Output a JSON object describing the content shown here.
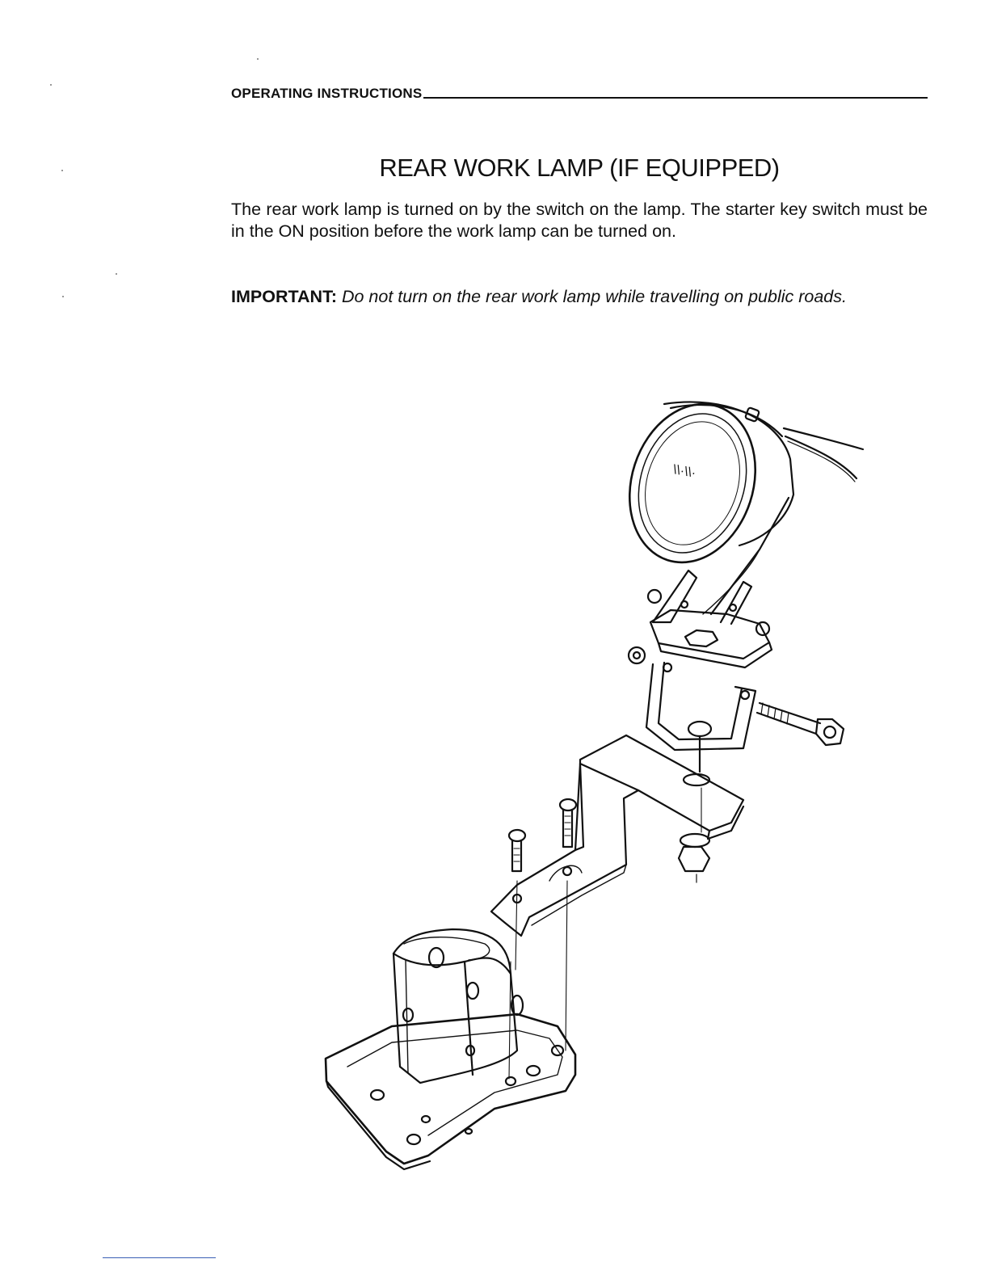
{
  "header": {
    "section": "OPERATING INSTRUCTIONS"
  },
  "title": "REAR WORK LAMP (IF EQUIPPED)",
  "body": {
    "paragraph": "The rear work lamp is turned on by the switch on the lamp. The starter key switch must be in the ON position before the work lamp can be turned on.",
    "important_label": "IMPORTANT:",
    "important_text": "Do not turn on the rear work lamp while travelling on public roads."
  },
  "figure": {
    "icon": "rear-work-lamp-mounting-illustration",
    "lens_marking": "\\\\·\\\\·"
  }
}
